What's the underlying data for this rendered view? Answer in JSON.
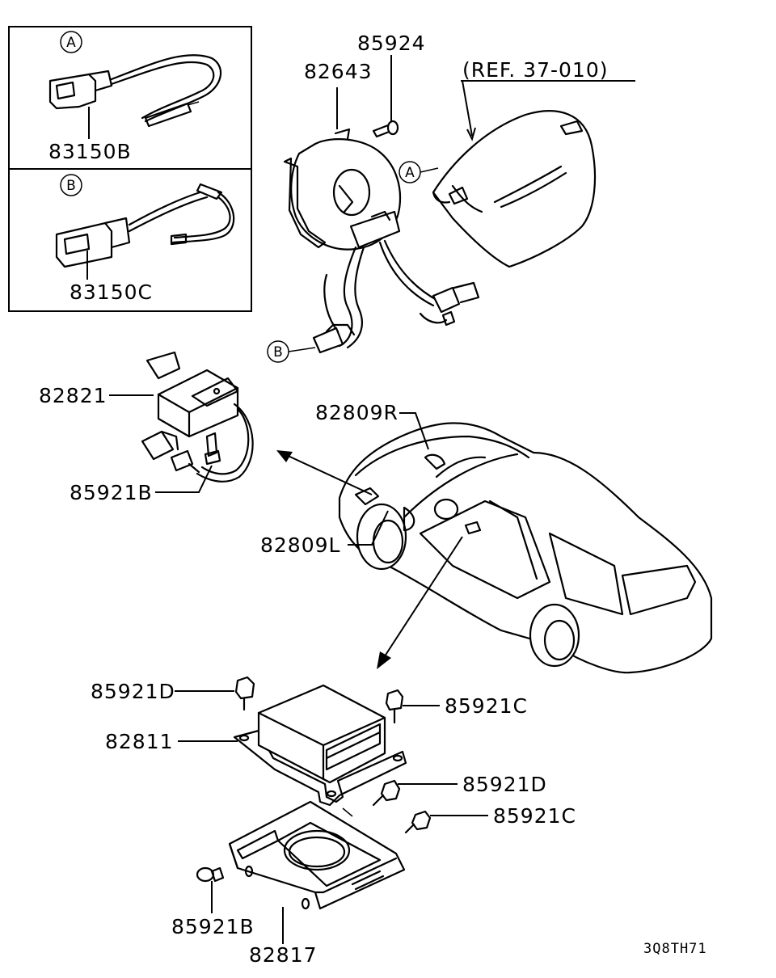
{
  "callouts": {
    "p85924": "85924",
    "p82643": "82643",
    "ref": "(REF. 37-010)",
    "p83150B": "83150B",
    "p83150C": "83150C",
    "p82821": "82821",
    "p82809R": "82809R",
    "p85921B_top": "85921B",
    "p82809L": "82809L",
    "p85921D_left": "85921D",
    "p85921C_right": "85921C",
    "p82811": "82811",
    "p85921D_right": "85921D",
    "p85921C_lower": "85921C",
    "p85921B_bottom": "85921B",
    "p82817": "82817"
  },
  "markers": {
    "inset_a": "A",
    "inset_b": "B",
    "pad_a": "A",
    "spring_b": "B"
  },
  "drawing_code": "3Q8TH71"
}
